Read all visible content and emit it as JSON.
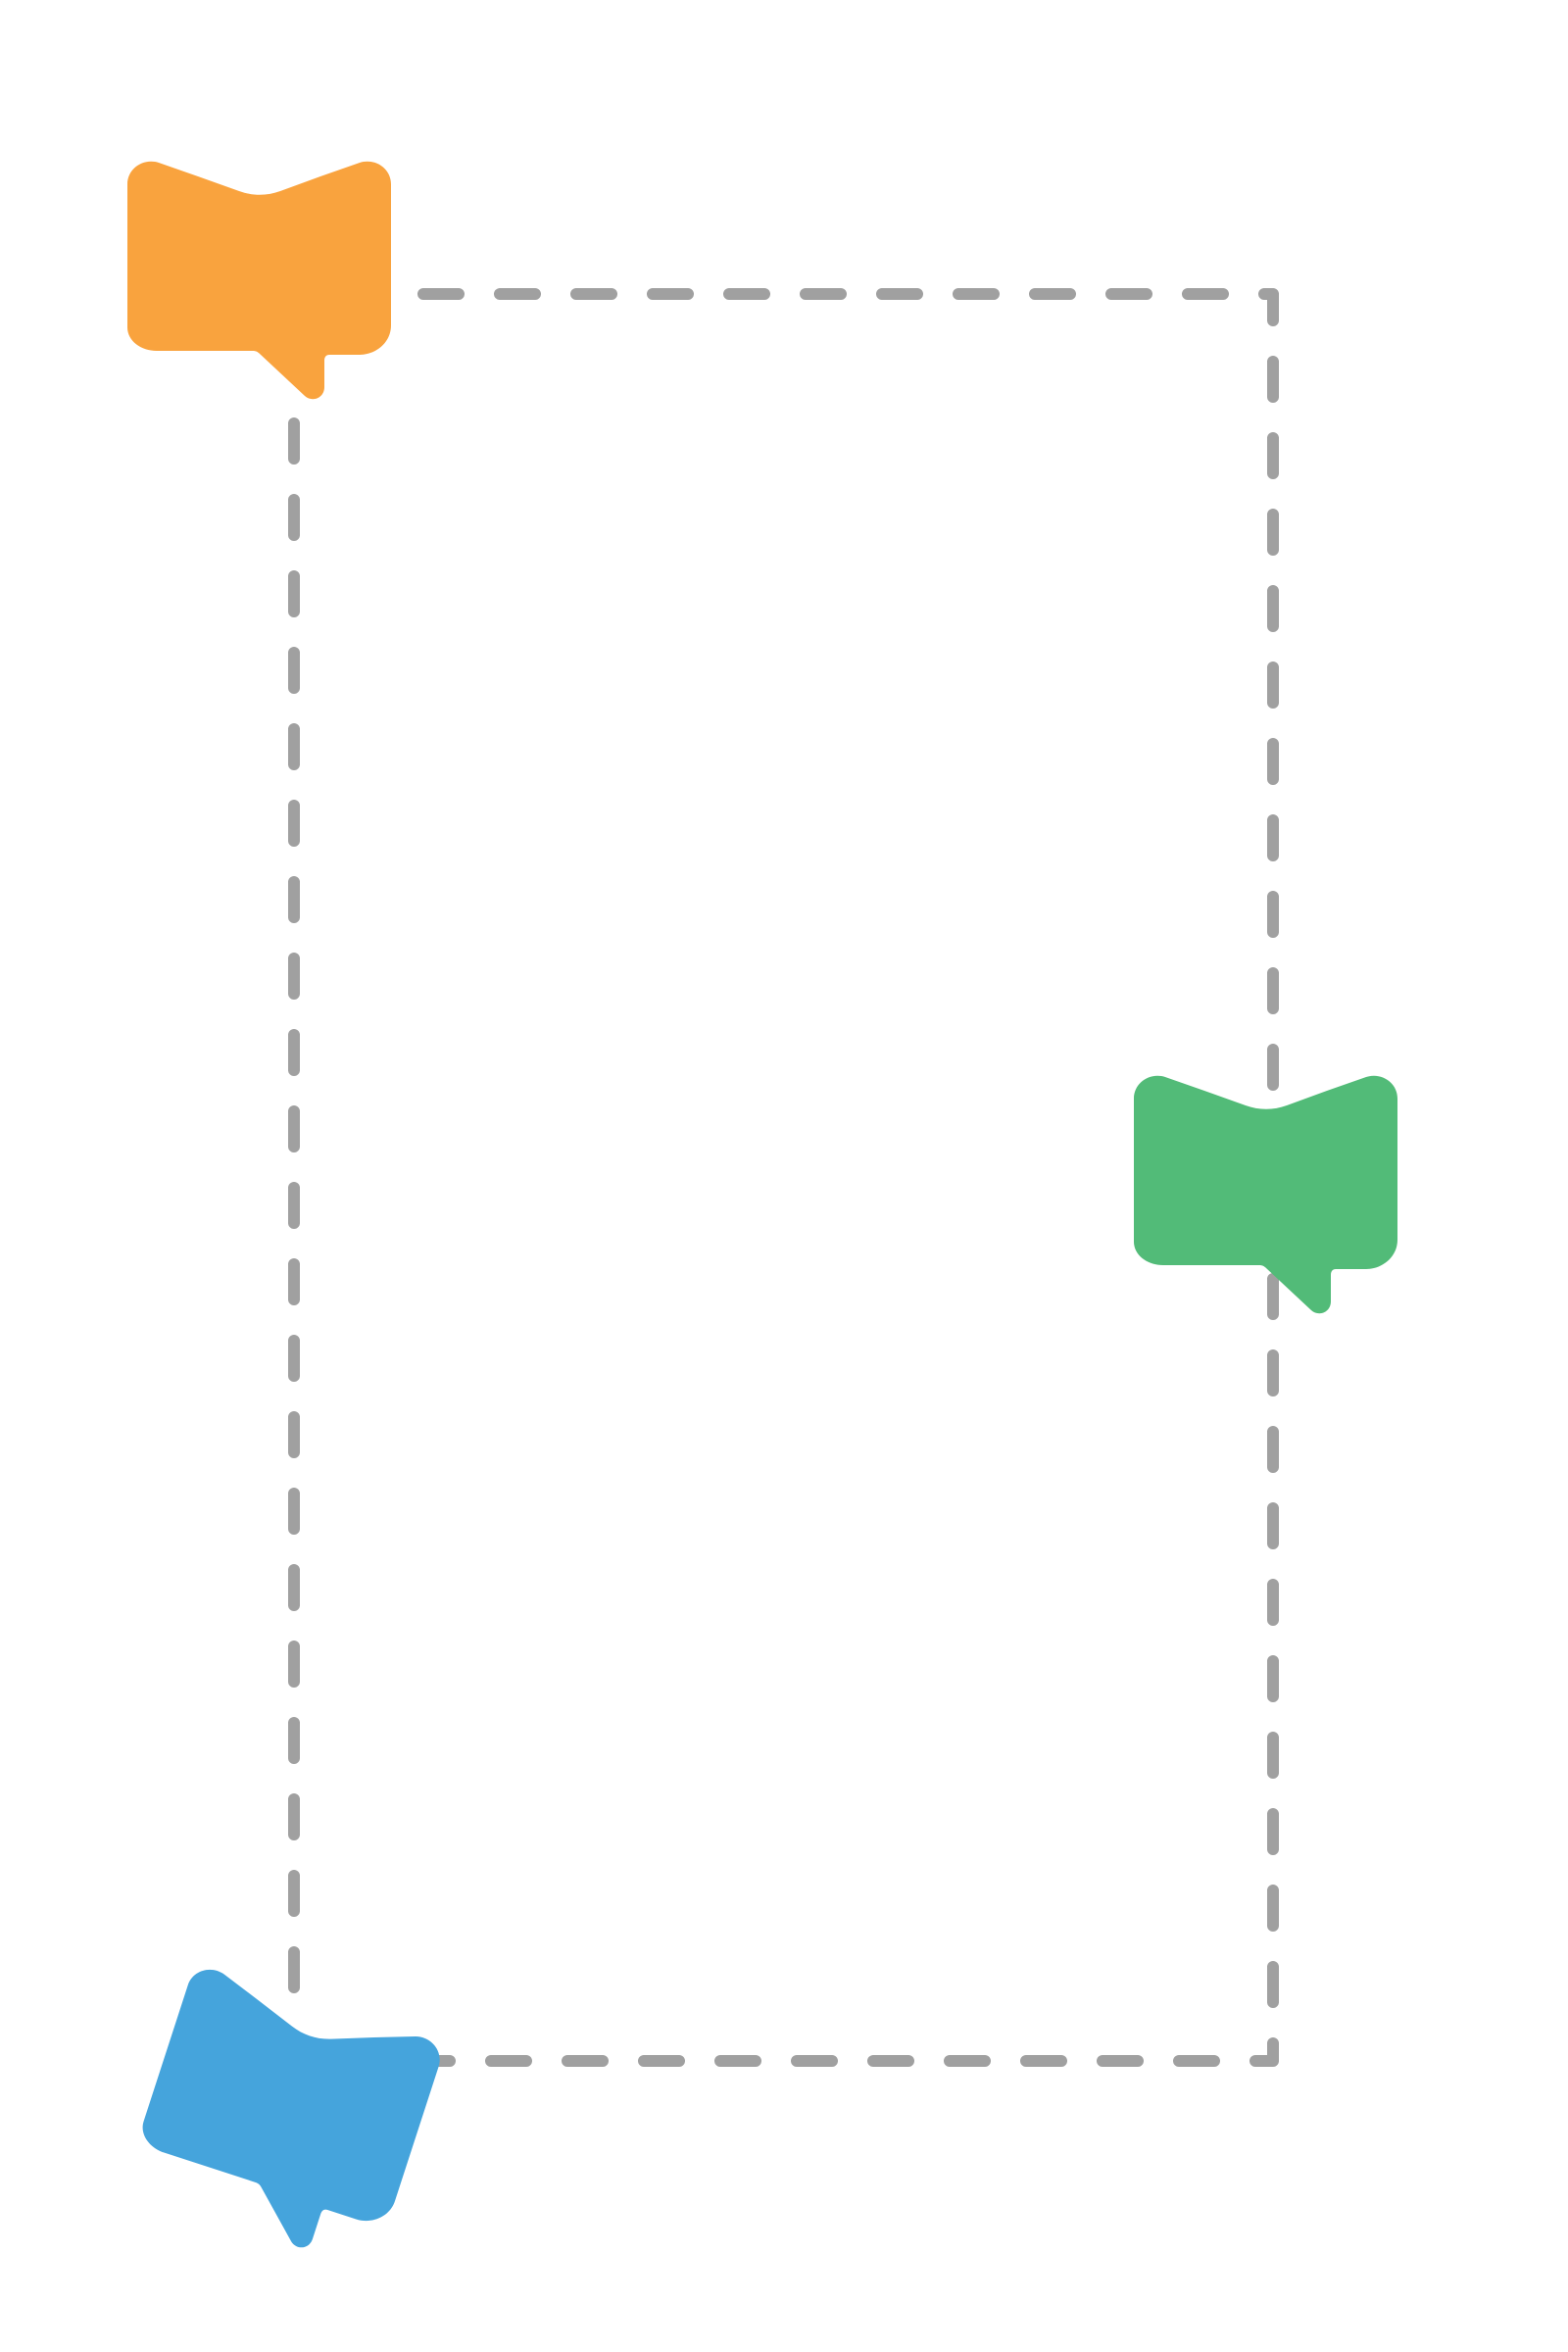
{
  "diagram": {
    "connector": {
      "style": "dashed",
      "color": "#A0A0A0"
    },
    "markers": [
      {
        "id": "orange",
        "icon": "speech-bubble-bookmark-icon",
        "color": "#F9A33E"
      },
      {
        "id": "green",
        "icon": "speech-bubble-bookmark-icon",
        "color": "#52BB78"
      },
      {
        "id": "blue",
        "icon": "speech-bubble-bookmark-icon",
        "color": "#45A4DC"
      }
    ]
  }
}
